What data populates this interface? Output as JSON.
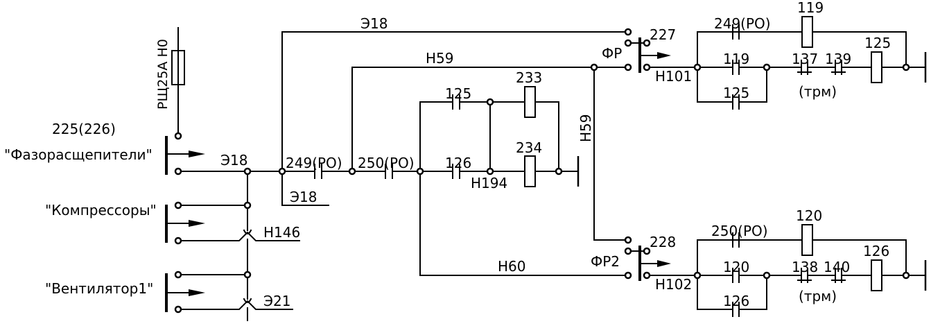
{
  "diagram": {
    "fuse_label": "РЩ25А Н0",
    "label_225_226": "225(226)",
    "label_phase_splitters": "\"Фазорасщепители\"",
    "label_compressors": "\"Компрессоры\"",
    "label_fan1": "\"Вентилятор1\"",
    "wire_e318": "Э18",
    "wire_h146": "Н146",
    "wire_e321": "Э21",
    "wire_h59": "Н59",
    "wire_h60": "Н60",
    "wire_h194": "Н194",
    "wire_h101": "Н101",
    "wire_h102": "Н102",
    "contact_249_po": "249(РО)",
    "contact_250_po": "250(РО)",
    "contact_125": "125",
    "contact_126": "126",
    "relay_233": "233",
    "relay_234": "234",
    "relay_fr": "ФР",
    "relay_fr2": "ФР2",
    "label_227": "227",
    "label_228": "228",
    "relay_119": "119",
    "relay_120": "120",
    "contact_137": "137",
    "contact_139": "139",
    "contact_138": "138",
    "contact_140": "140",
    "trm_label": "(трм)"
  }
}
